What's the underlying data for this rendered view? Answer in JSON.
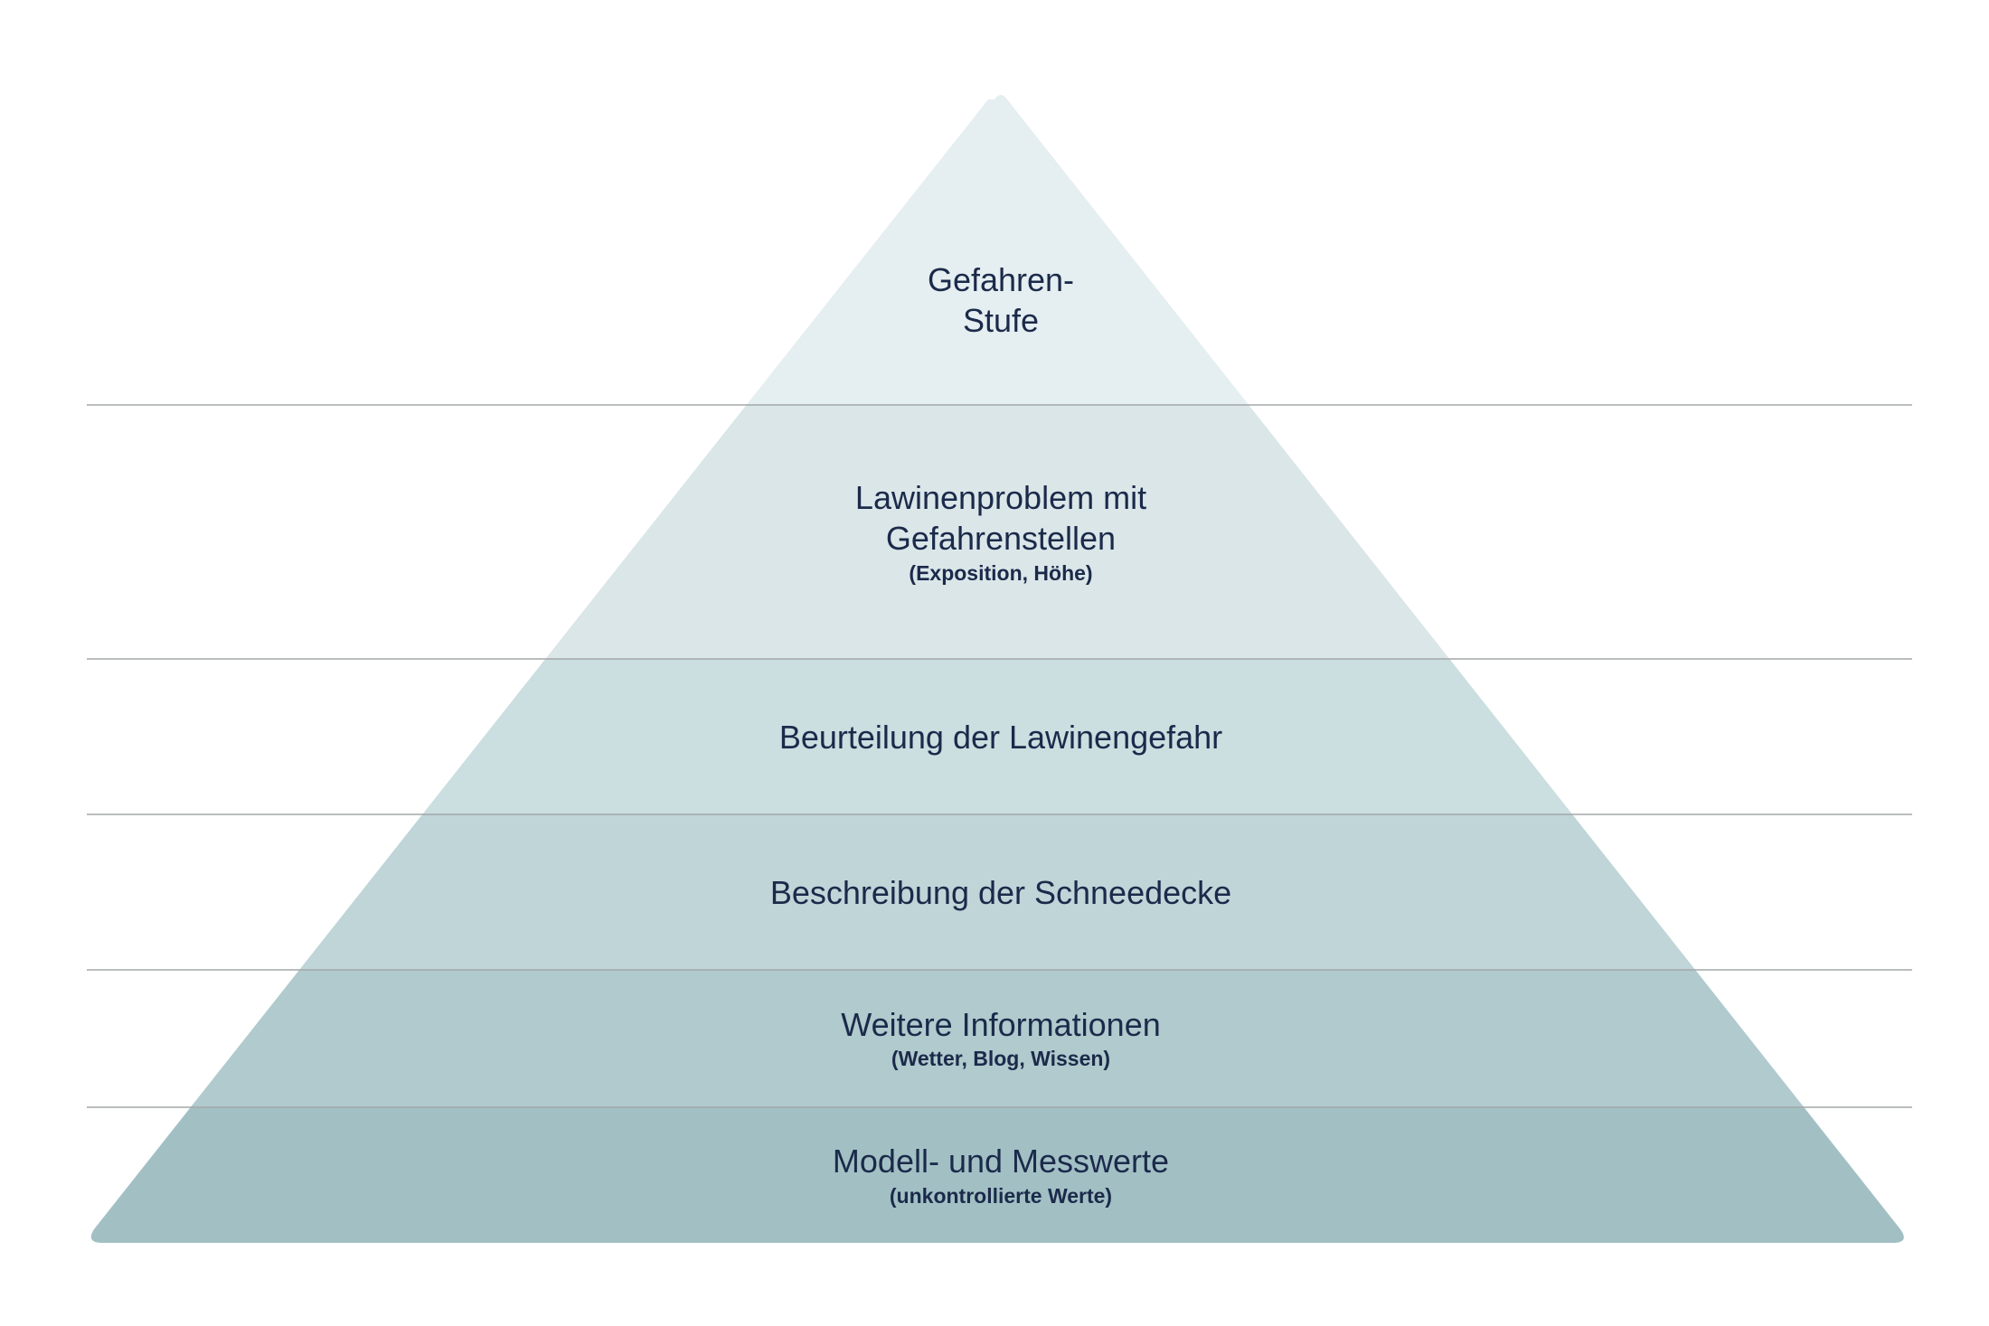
{
  "colors": {
    "text": "#1b2a4a",
    "divider": "#a3a7a9",
    "bands": [
      "#e5eef0",
      "#dae6e8",
      "#cbdee0",
      "#bfd5d8",
      "#b0cacd",
      "#a2c0c4"
    ]
  },
  "levels": [
    {
      "lines": [
        "Gefahren-",
        "Stufe"
      ],
      "sub": ""
    },
    {
      "lines": [
        "Lawinenproblem mit",
        "Gefahrenstellen"
      ],
      "sub": "(Exposition, Höhe)"
    },
    {
      "lines": [
        "Beurteilung der Lawinengefahr"
      ],
      "sub": ""
    },
    {
      "lines": [
        "Beschreibung der Schneedecke"
      ],
      "sub": ""
    },
    {
      "lines": [
        "Weitere Informationen"
      ],
      "sub": "(Wetter, Blog, Wissen)"
    },
    {
      "lines": [
        "Modell- und Messwerte"
      ],
      "sub": "(unkontrollierte Werte)"
    }
  ]
}
